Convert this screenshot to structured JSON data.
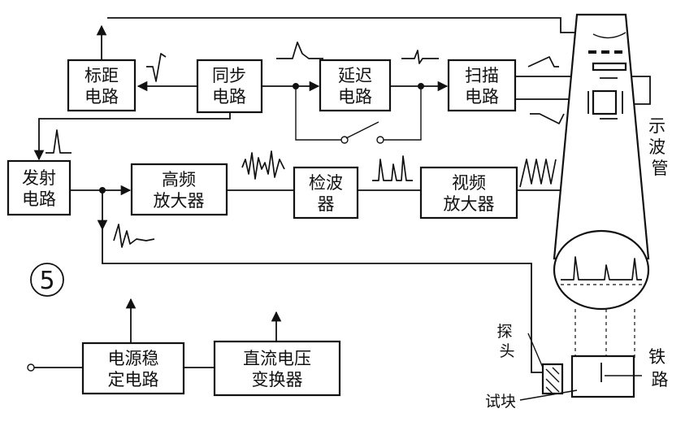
{
  "figure_number": "5",
  "blocks": {
    "ranging": [
      "标距",
      "电路"
    ],
    "sync": [
      "同步",
      "电路"
    ],
    "delay": [
      "延迟",
      "电路"
    ],
    "sweep": [
      "扫描",
      "电路"
    ],
    "transmit": [
      "发射",
      "电路"
    ],
    "rf_amp": [
      "高频",
      "放大器"
    ],
    "detector": [
      "检波",
      "器"
    ],
    "video_amp": [
      "视频",
      "放大器"
    ],
    "regulator": [
      "电源稳",
      "定电路"
    ],
    "dc_converter": [
      "直流电压",
      "变换器"
    ]
  },
  "labels": {
    "crt": [
      "示",
      "波",
      "管"
    ],
    "probe": [
      "探",
      "头"
    ],
    "test_block": "试块",
    "rail": [
      "铁",
      "路"
    ]
  },
  "colors": {
    "ink": "#111111",
    "paper": "#ffffff"
  }
}
